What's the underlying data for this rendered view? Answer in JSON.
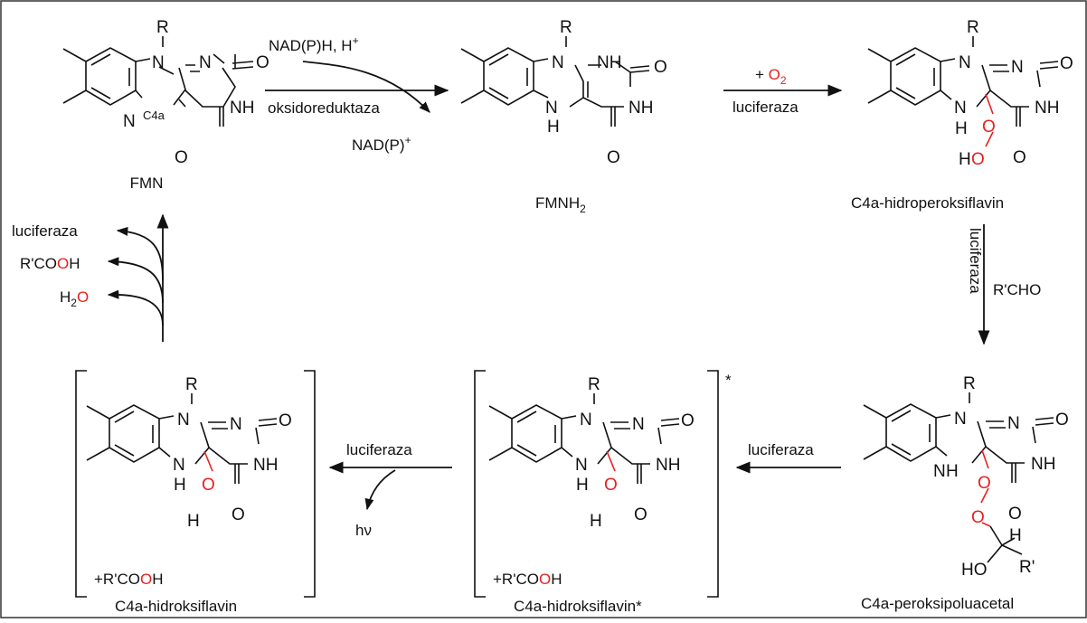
{
  "colors": {
    "oxygen_highlight": "#e8201f",
    "ink": "#111111",
    "border": "#333333"
  },
  "atoms": {
    "R": "R",
    "N": "N",
    "NH": "NH",
    "H": "H",
    "O": "O",
    "HO": "HO",
    "Rp": "R'"
  },
  "fmn": {
    "name": "FMN",
    "c4a": "C4a"
  },
  "fmnh2": {
    "name": "FMNH",
    "sub": "2"
  },
  "hydroperoxy": {
    "name": "C4a-hidroperoksiflavin"
  },
  "peroxyhemiacetal": {
    "name": "C4a-peroksipoluacetal"
  },
  "hydroxy_excited": {
    "name": "C4a-hidroksiflavin*",
    "star": "*",
    "coproduct_prefix": "+R'CO",
    "coproduct_o": "O",
    "coproduct_suffix": "H"
  },
  "hydroxy": {
    "name": "C4a-hidroksiflavin",
    "coproduct_prefix": "+R'CO",
    "coproduct_o": "O",
    "coproduct_suffix": "H"
  },
  "step1": {
    "reagent_in": "NAD(P)H, H",
    "reagent_in_sup": "+",
    "enzyme": "oksidoreduktaza",
    "product_out": "NAD(P)",
    "product_out_sup": "+"
  },
  "step2": {
    "plus": "+ ",
    "o2": "O",
    "o2_sub": "2",
    "enzyme": "luciferaza"
  },
  "step3": {
    "enzyme": "luciferaza",
    "reagent": "R'CHO"
  },
  "step4": {
    "enzyme": "luciferaza"
  },
  "step5": {
    "enzyme": "luciferaza",
    "light": "hν"
  },
  "release": {
    "enzyme": "luciferaza",
    "acid_prefix": "R'CO",
    "acid_o": "O",
    "acid_suffix": "H",
    "water_h": "H",
    "water_sub": "2",
    "water_o": "O"
  }
}
